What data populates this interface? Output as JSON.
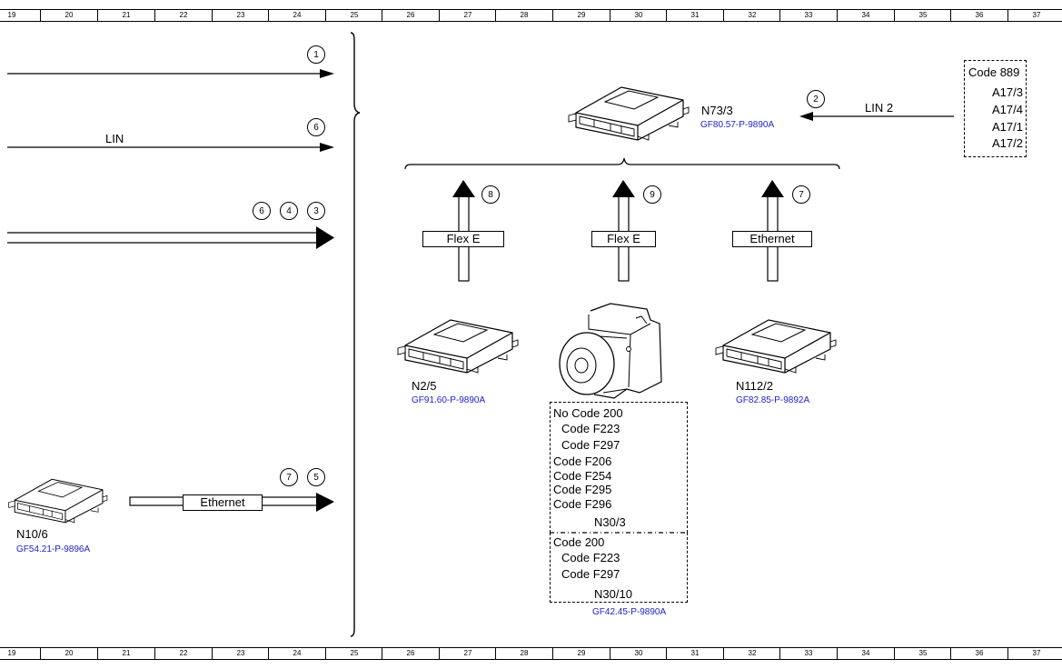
{
  "ruler": {
    "labels": [
      "19",
      "20",
      "21",
      "22",
      "23",
      "24",
      "25",
      "26",
      "27",
      "28",
      "29",
      "30",
      "31",
      "32",
      "33",
      "34",
      "35",
      "36",
      "37"
    ]
  },
  "left": {
    "line1": {
      "circles": [
        "1"
      ]
    },
    "line2": {
      "label": "LIN",
      "circles": [
        "6"
      ]
    },
    "line3": {
      "circles": [
        "6",
        "4",
        "3"
      ]
    },
    "ethernet": {
      "label": "Ethernet",
      "circles": [
        "7",
        "5"
      ]
    },
    "n10_6": {
      "name": "N10/6",
      "ref": "GF54.21-P-9896A"
    }
  },
  "top": {
    "n73_3": {
      "name": "N73/3",
      "ref": "GF80.57-P-9890A"
    },
    "lin2": {
      "label": "LIN 2",
      "circle": "2"
    },
    "code889": {
      "title": "Code 889",
      "items": [
        "A17/3",
        "A17/4",
        "A17/1",
        "A17/2"
      ]
    }
  },
  "arrows": [
    {
      "tag": "Flex E",
      "circle": "8"
    },
    {
      "tag": "Flex E",
      "circle": "9"
    },
    {
      "tag": "Ethernet",
      "circle": "7"
    }
  ],
  "n2_5": {
    "name": "N2/5",
    "ref": "GF91.60-P-9890A"
  },
  "n112_2": {
    "name": "N112/2",
    "ref": "GF82.85-P-9892A"
  },
  "n30_3": {
    "lines": [
      "No  Code 200",
      "Code F223",
      "Code F297",
      "Code F206",
      "Code F254",
      "Code F295",
      "Code F296"
    ],
    "name": "N30/3"
  },
  "n30_10": {
    "lines": [
      "Code 200",
      "Code F223",
      "Code F297"
    ],
    "name": "N30/10",
    "ref": "GF42.45-P-9890A"
  }
}
